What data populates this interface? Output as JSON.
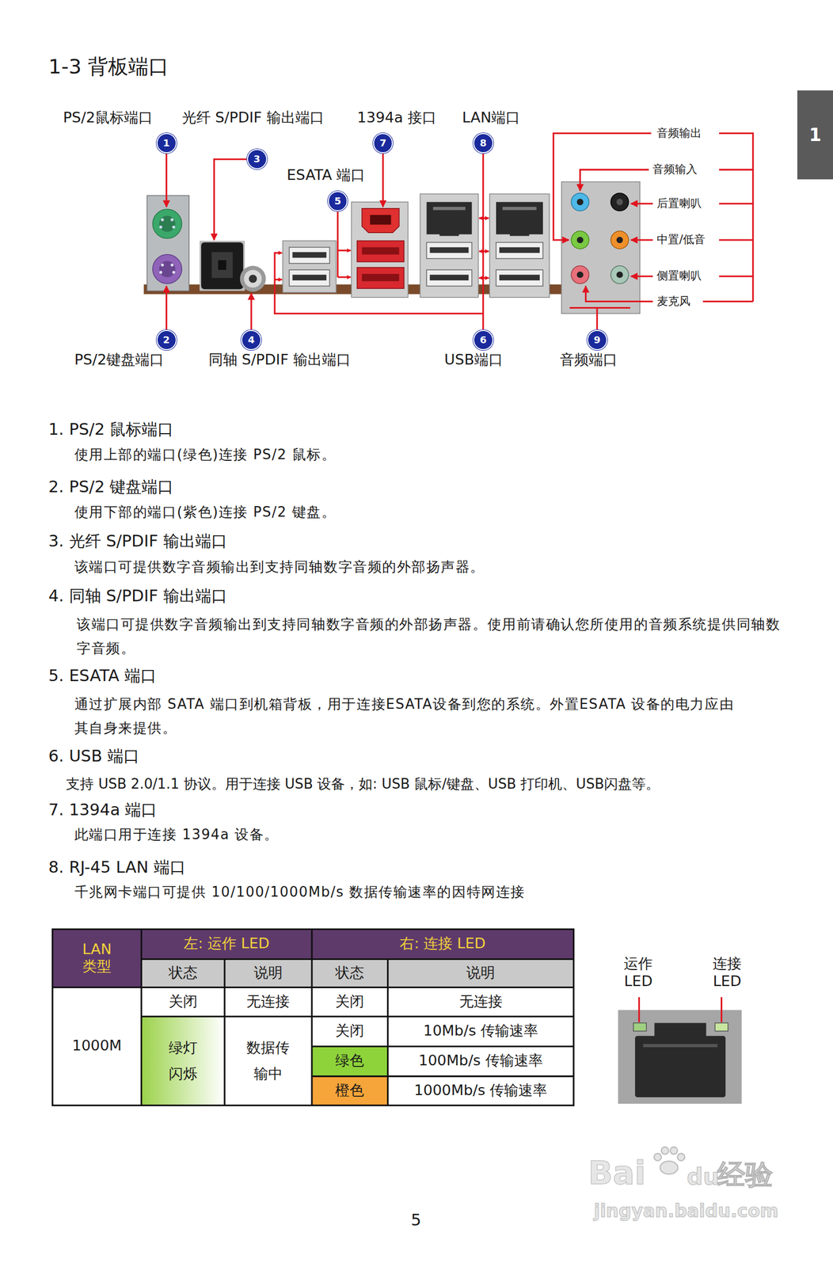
{
  "diagram": {
    "title": "1-3 背板端口",
    "nodes": [
      {
        "text": [
          "1"
        ]
      },
      {
        "text": [
          "1"
        ]
      },
      {
        "text": [
          "2"
        ]
      },
      {
        "text": [
          "3"
        ]
      },
      {
        "text": [
          "4"
        ]
      },
      {
        "text": [
          "5"
        ]
      },
      {
        "text": [
          "6"
        ]
      },
      {
        "text": [
          "7"
        ]
      },
      {
        "text": [
          "8"
        ]
      },
      {
        "text": [
          "9"
        ]
      }
    ],
    "labels": [
      "PS/2鼠标端口",
      "光纤 S/PDIF 输出端口",
      "1394a 接口",
      "LAN端口",
      "ESATA 端口",
      "音频输出",
      "音频输入",
      "后置喇叭",
      "中置/低音",
      "侧置喇叭",
      "麦克风",
      "PS/2键盘端口",
      "同轴 S/PDIF 输出端口",
      "USB端口",
      "音频端口",
      "1. PS/2 鼠标端口",
      "使用上部的端口(绿色)连接 PS/2 鼠标。",
      "2. PS/2 键盘端口",
      "使用下部的端口(紫色)连接 PS/2 键盘。",
      "3. 光纤 S/PDIF 输出端口",
      "该端口可提供数字音频输出到支持同轴数字音频的外部扬声器。",
      "4. 同轴 S/PDIF 输出端口",
      "该端口可提供数字音频输出到支持同轴数字音频的外部扬声器。使用前请确认您所使用的音频系统提供同轴数字音频。",
      "5. ESATA 端口",
      "通过扩展内部 SATA 端口到机箱背板，用于连接ESATA设备到您的系统。外置ESATA 设备的电力应由其自身来提供。",
      "6. USB 端口",
      "支持 USB 2.0/1.1 协议。用于连接 USB 设备，如: USB 鼠标/键盘、USB 打印机、USB闪盘等。",
      "7. 1394a 端口",
      "此端口用于连接 1394a 设备。",
      "8. RJ-45 LAN 端口",
      "千兆网卡端口可提供 10/100/1000Mb/s 数据传输速率的因特网连接",
      "LAN 类型",
      "左: 运作 LED",
      "右: 连接 LED",
      "状态",
      "说明",
      "状态",
      "说明",
      "1000M",
      "关闭",
      "无连接",
      "关闭",
      "无连接",
      "绿灯 闪烁",
      "数据传 输中",
      "关闭",
      "10Mb/s 传输速率",
      "绿色",
      "100Mb/s 传输速率",
      "橙色",
      "1000Mb/s 传输速率",
      "运作 LED",
      "连接 LED",
      "5",
      "Bai",
      "du",
      "经验",
      "jingyan.baidu.com"
    ]
  }
}
